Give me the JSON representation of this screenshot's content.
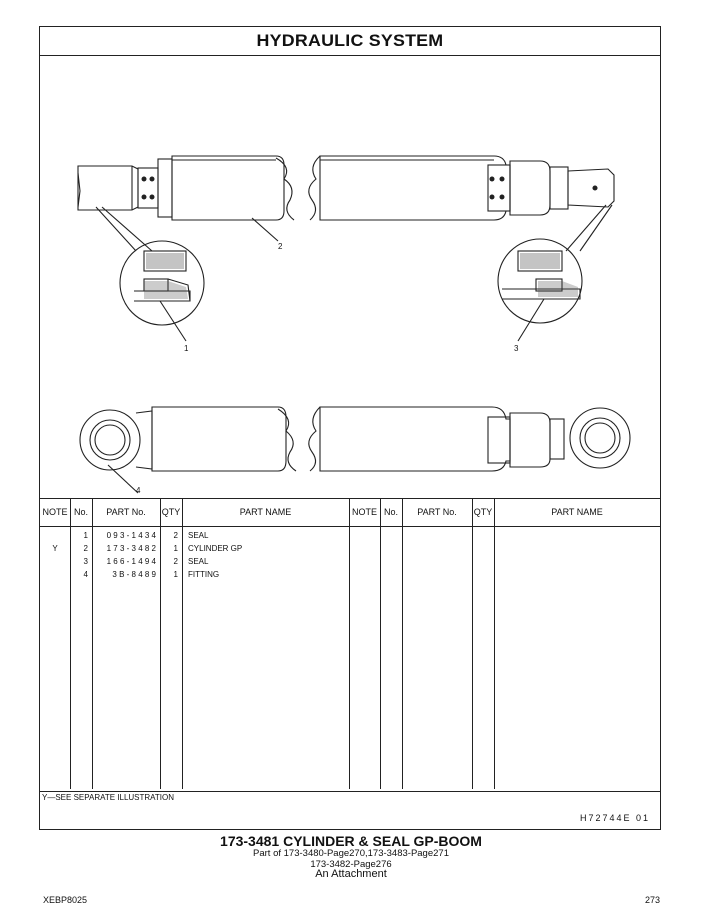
{
  "header": {
    "title": "HYDRAULIC  SYSTEM"
  },
  "illustration": {
    "callouts": [
      "1",
      "2",
      "3",
      "4"
    ]
  },
  "table": {
    "headers": [
      "NOTE",
      "No.",
      "PART No.",
      "QTY",
      "PART NAME",
      "NOTE",
      "No.",
      "PART No.",
      "QTY",
      "PART NAME"
    ],
    "rows": [
      {
        "note": "",
        "no": "1",
        "part_no": "0 9 3 - 1 4 3 4",
        "qty": "2",
        "name": "SEAL"
      },
      {
        "note": "Y",
        "no": "2",
        "part_no": "1 7 3 - 3 4 8 2",
        "qty": "1",
        "name": "CYLINDER  GP"
      },
      {
        "note": "",
        "no": "3",
        "part_no": "1 6 6 - 1 4 9 4",
        "qty": "2",
        "name": "SEAL"
      },
      {
        "note": "",
        "no": "4",
        "part_no": "3 B - 8 4 8 9",
        "qty": "1",
        "name": "FITTING"
      }
    ],
    "footnote": "Y—SEE  SEPARATE  ILLUSTRATION",
    "reference": "H72744E   01"
  },
  "footer": {
    "title": "173-3481  CYLINDER  &  SEAL  GP-BOOM",
    "part_of": "Part of 173-3480-Page270,173-3483-Page271",
    "part_of_2": "173-3482-Page276",
    "attachment": "An Attachment",
    "doc_code": "XEBP8025",
    "page": "273"
  }
}
